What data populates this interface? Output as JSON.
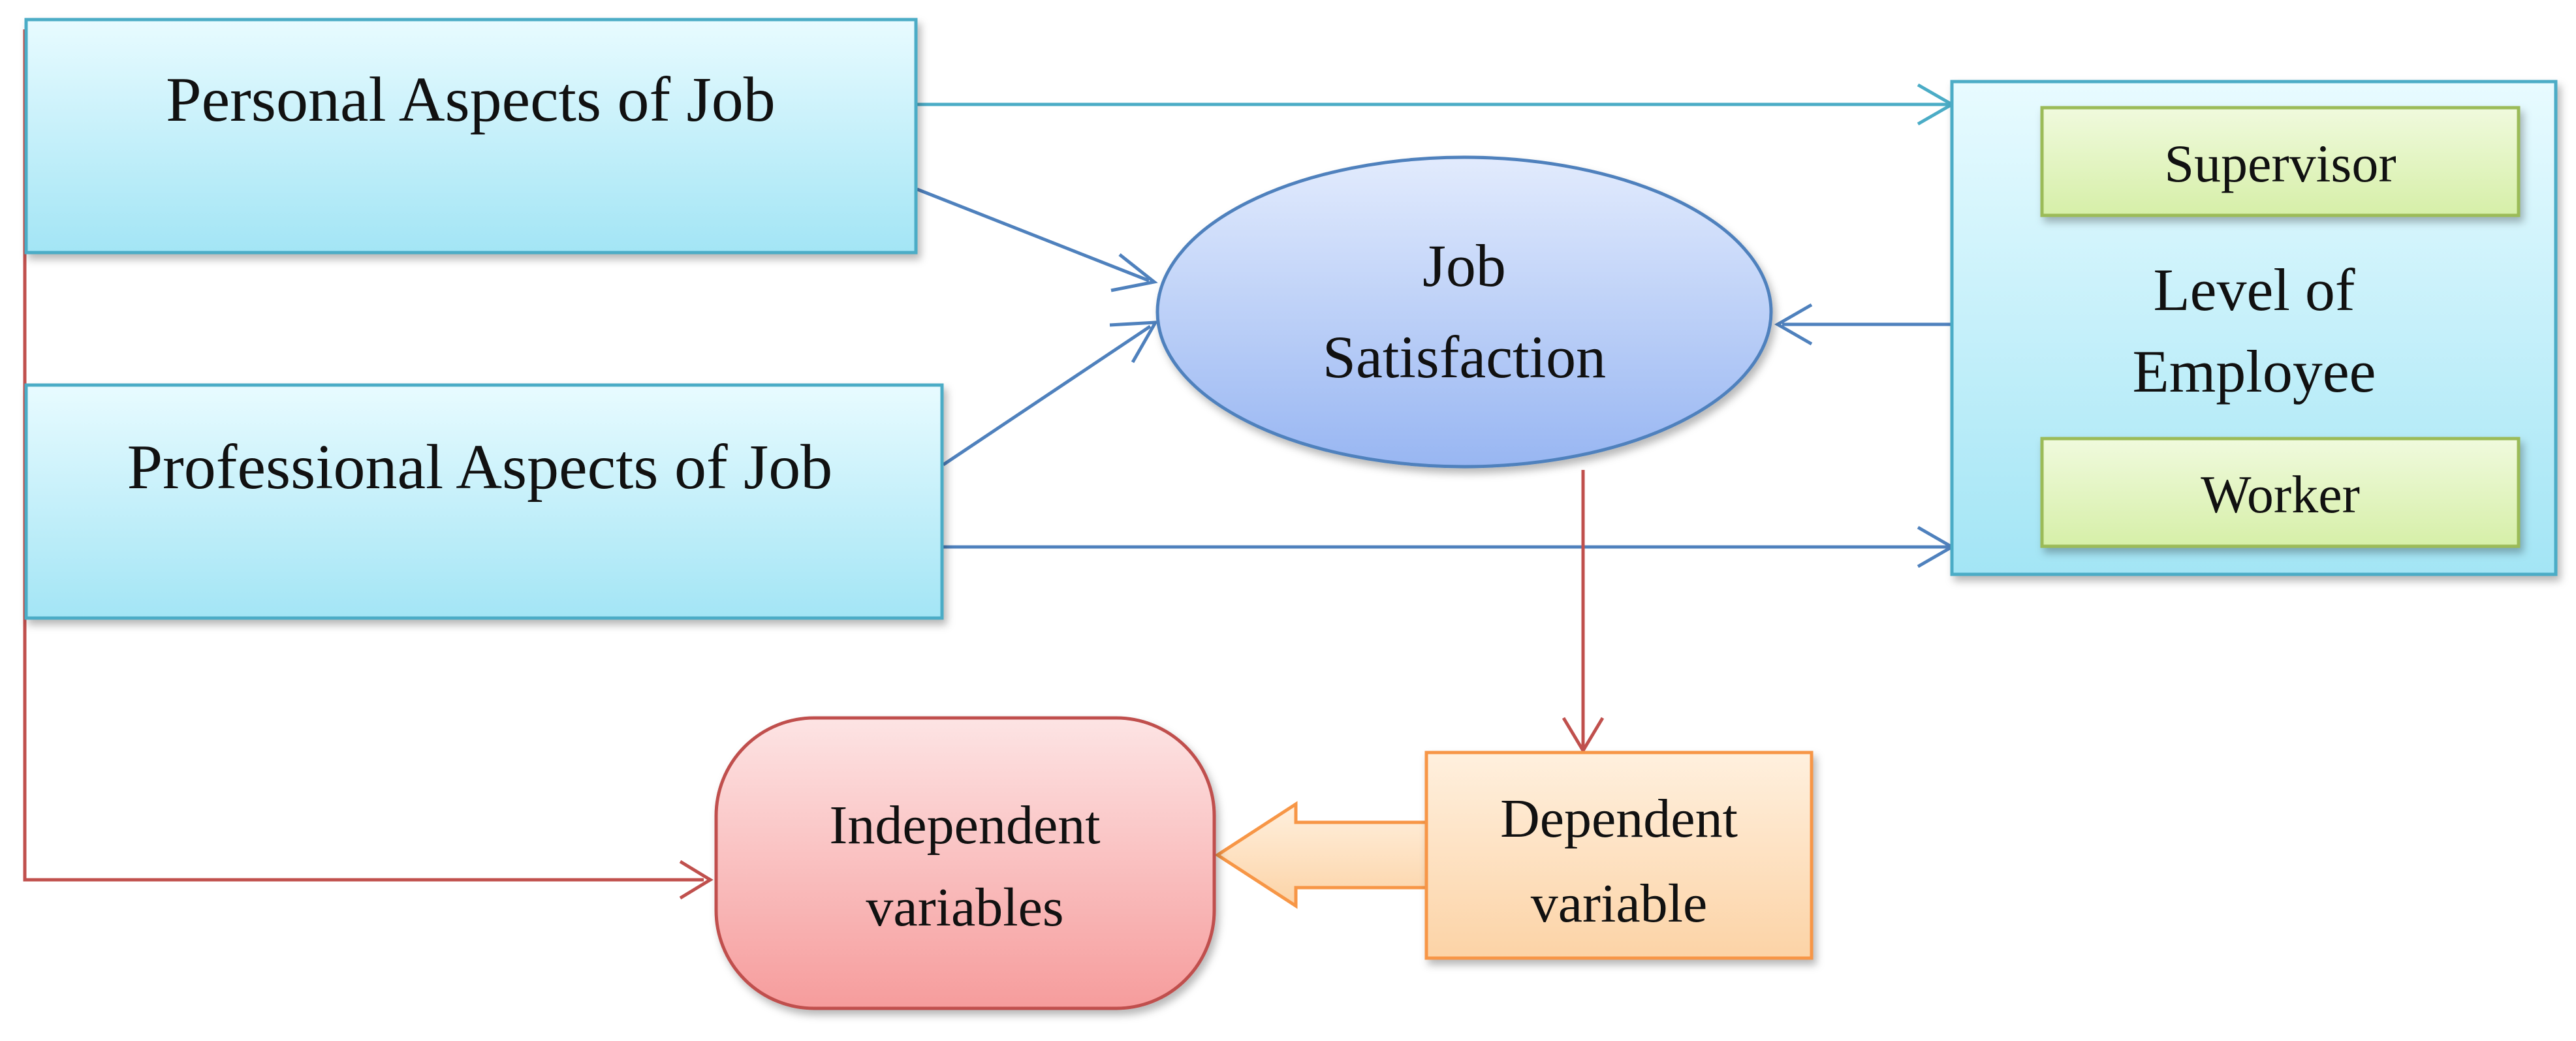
{
  "nodes": {
    "personal_aspects": "Personal Aspects of Job",
    "professional_aspects": "Professional Aspects of Job",
    "job_satisfaction": [
      "Job",
      "Satisfaction"
    ],
    "level_of_employee": [
      "Level of",
      "Employee"
    ],
    "supervisor": "Supervisor",
    "worker": "Worker",
    "independent_variables": [
      "Independent",
      "variables"
    ],
    "dependent_variable": [
      "Dependent",
      "variable"
    ]
  },
  "colors": {
    "cyan_box_top": "#e6fbff",
    "cyan_box_bottom": "#a6e6f6",
    "cyan_border": "#4bacc6",
    "blue_arrow": "#4f81bd",
    "ellipse_top": "#dde8fd",
    "ellipse_bottom": "#9cb9f3",
    "green_fill": "#e3f5c0",
    "green_border": "#9bbb59",
    "red_line": "#c0504d",
    "red_fill_top": "#fde0e0",
    "red_fill_bottom": "#f7a3a3",
    "orange_fill": "#fde5c8",
    "orange_border": "#f79646"
  }
}
